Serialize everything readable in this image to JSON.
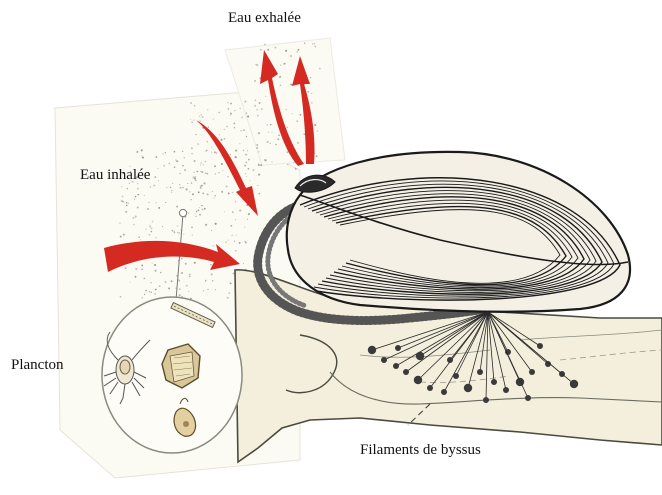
{
  "labels": {
    "exhaled_water": "Eau exhalée",
    "inhaled_water": "Eau inhalée",
    "plankton": "Plancton",
    "byssus_threads": "Filaments de byssus"
  },
  "colors": {
    "arrow": "#d42a22",
    "ink": "#1a1a1a",
    "shell_fill": "#f4f0e6",
    "rock_fill": "#f3efdc",
    "rock_edge": "#4a4a40",
    "paper": "#fbfaf3"
  },
  "icons": {
    "exhale_arrows": "arrow-up-icon",
    "inhale_arrows": "arrow-right-icon"
  }
}
